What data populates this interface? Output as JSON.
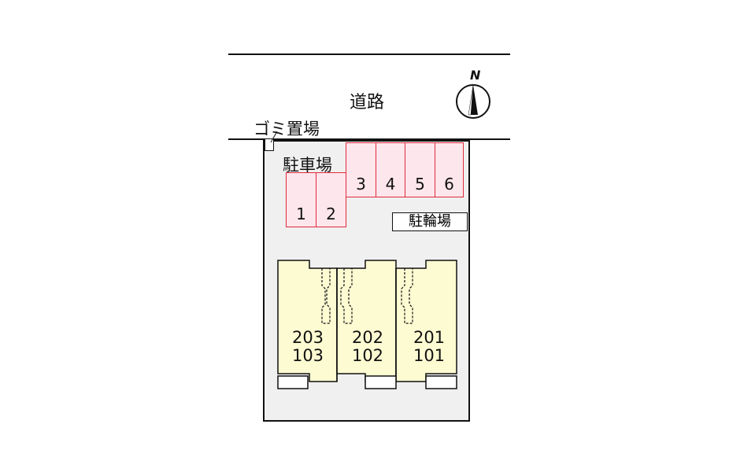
{
  "map": {
    "road_label": "道路",
    "garbage_label": "ゴミ置場",
    "parking_label": "駐車場",
    "bicycle_label": "駐輪場",
    "compass_label": "N",
    "parking_spaces": [
      "1",
      "2",
      "3",
      "4",
      "5",
      "6"
    ],
    "units": [
      {
        "upper": "203",
        "lower": "103"
      },
      {
        "upper": "202",
        "lower": "102"
      },
      {
        "upper": "201",
        "lower": "101"
      }
    ],
    "colors": {
      "parking_fill": "#fde6ec",
      "parking_border": "#e02a3c",
      "building_fill": "#fdfbd2",
      "lot_fill": "#f0f0f0"
    }
  }
}
